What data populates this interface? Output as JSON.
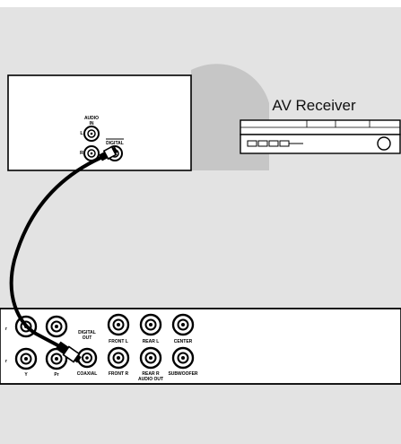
{
  "receiver": {
    "label": "AV Receiver"
  },
  "receiver_panel": {
    "audio_in_label": "AUDIO",
    "in_label": "IN",
    "left_label": "L",
    "right_label": "R",
    "digital_label": "DIGITAL"
  },
  "player_panel": {
    "y_label": "Y",
    "pr_label": "Pr",
    "digital_out_line1": "DIGITAL",
    "digital_out_line2": "OUT",
    "coaxial_label": "COAXIAL",
    "front_l_label": "FRONT L",
    "front_r_label": "FRONT R",
    "rear_l_label": "REAR L",
    "rear_r_label": "REAR R",
    "center_label": "CENTER",
    "subwoofer_label": "SUBWOOFER",
    "audio_out_label": "AUDIO OUT"
  },
  "colors": {
    "background": "#e3e3e3",
    "panel": "#ffffff",
    "shadow": "#c8c8c8",
    "line": "#000000"
  }
}
